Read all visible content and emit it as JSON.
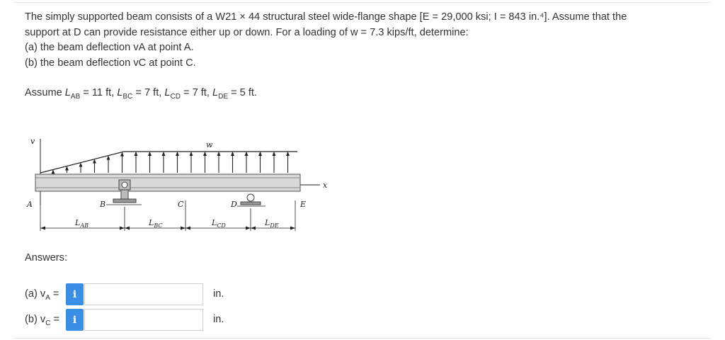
{
  "problem": {
    "line1": "The simply supported beam consists of a W21 × 44 structural steel wide-flange shape [E = 29,000 ksi; I = 843 in.⁴]. Assume that the",
    "line2": "support at D can provide resistance either up or down. For a loading of w = 7.3 kips/ft, determine:",
    "line3": "(a) the beam deflection vA at point A.",
    "line4": "(b) the beam deflection vC at point C."
  },
  "assume": {
    "prefix": "Assume ",
    "lab": "L",
    "lab_sub": "AB",
    "lab_val": " = 11 ft, ",
    "lbc": "L",
    "lbc_sub": "BC",
    "lbc_val": " = 7 ft, ",
    "lcd": "L",
    "lcd_sub": "CD",
    "lcd_val": " = 7 ft, ",
    "lde": "L",
    "lde_sub": "DE",
    "lde_val": " = 5 ft."
  },
  "diagram": {
    "v_axis": "v",
    "x_axis": "x",
    "load": "w",
    "pt_a": "A",
    "pt_b": "B",
    "pt_c": "C",
    "pt_d": "D",
    "pt_e": "E",
    "dim_ab": "L",
    "dim_ab_sub": "AB",
    "dim_bc": "L",
    "dim_bc_sub": "BC",
    "dim_cd": "L",
    "dim_cd_sub": "CD",
    "dim_de": "L",
    "dim_de_sub": "DE"
  },
  "answers": {
    "label": "Answers:",
    "a": {
      "label_prefix": "(a) v",
      "label_sub": "A",
      "label_eq": " =",
      "info": "i",
      "value": "",
      "unit": "in."
    },
    "b": {
      "label_prefix": "(b) v",
      "label_sub": "C",
      "label_eq": " =",
      "info": "i",
      "value": "",
      "unit": "in."
    }
  },
  "colors": {
    "info_button": "#3a8ee6",
    "text": "#333333",
    "beam": "#d9d9d9"
  }
}
